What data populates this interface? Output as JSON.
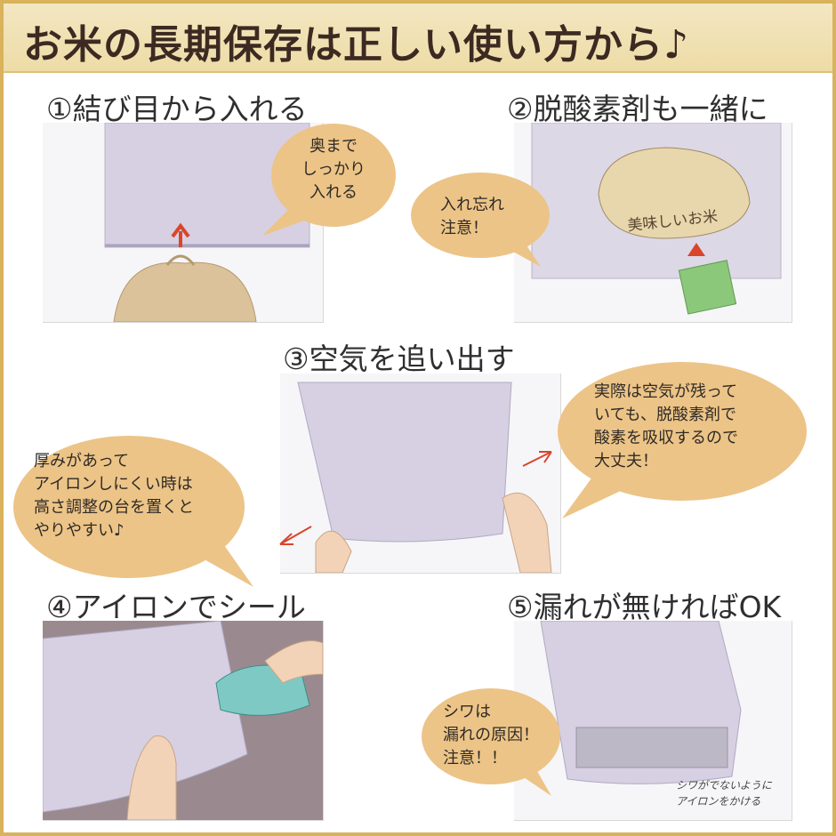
{
  "title": "お米の長期保存は正しい使い方から♪",
  "steps": [
    {
      "title": "①結び目から入れる",
      "bubble": [
        "奥まで",
        "しっかり",
        "入れる"
      ]
    },
    {
      "title": "②脱酸素剤も一緒に",
      "bubble": [
        "入れ忘れ",
        "注意！"
      ],
      "bag_label": "美味しいお米"
    },
    {
      "title": "③空気を追い出す",
      "bubble_left": [
        "厚みがあって",
        "アイロンしにくい時は",
        "高さ調整の台を置くと",
        "やりやすい♪"
      ],
      "bubble_right": [
        "実際は空気が残って",
        "いても、脱酸素剤で",
        "酸素を吸収するので",
        "大丈夫！"
      ]
    },
    {
      "title": "④アイロンでシール"
    },
    {
      "title": "⑤漏れが無ければOK",
      "bubble": [
        "シワは",
        "漏れの原因！",
        "注意！！"
      ],
      "note": [
        "シワがでないように",
        "アイロンをかける"
      ]
    }
  ],
  "colors": {
    "banner_bg": "#eedca6",
    "frame": "#d9b25c",
    "bubble": "#ecc487",
    "bag": "#cfc8dc",
    "arrow": "#d9452b"
  }
}
